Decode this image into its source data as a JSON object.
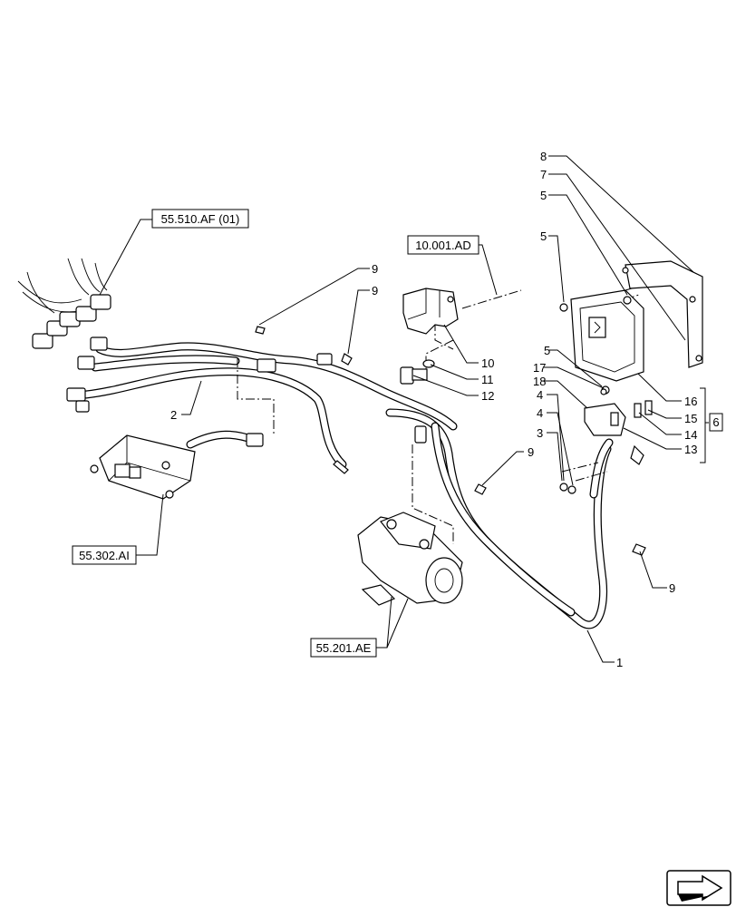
{
  "references": {
    "ref_55510": "55.510.AF (01)",
    "ref_10001": "10.001.AD",
    "ref_55302": "55.302.AI",
    "ref_55201": "55.201.AE"
  },
  "callouts": {
    "c8": "8",
    "c7": "7",
    "c5a": "5",
    "c5b": "5",
    "c5c": "5",
    "c9a": "9",
    "c9b": "9",
    "c9c": "9",
    "c9d": "9",
    "c10": "10",
    "c11": "11",
    "c12": "12",
    "c17": "17",
    "c18": "18",
    "c4a": "4",
    "c4b": "4",
    "c3": "3",
    "c16": "16",
    "c15": "15",
    "c14": "14",
    "c13": "13",
    "c6": "6",
    "c2": "2",
    "c1": "1"
  },
  "icons": {
    "nav": "next-page-arrow-icon"
  }
}
